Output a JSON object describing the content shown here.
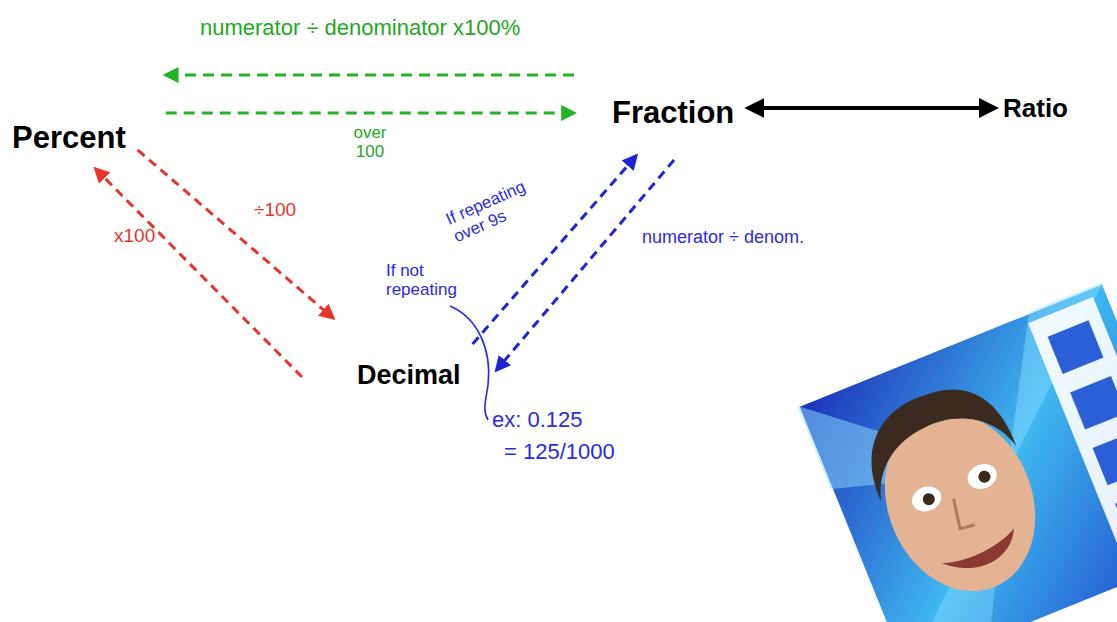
{
  "diagram": {
    "nodes": [
      {
        "text": [
          "Percent"
        ]
      },
      {
        "text": [
          "Fraction"
        ]
      },
      {
        "text": [
          "Ratio"
        ]
      },
      {
        "text": [
          "Decimal"
        ]
      }
    ],
    "edges": [
      {
        "from": 1,
        "to": 0,
        "arrow": "to",
        "label": "numerator ÷ denominator x100%"
      },
      {
        "from": 0,
        "to": 1,
        "arrow": "to",
        "label": "over 100"
      },
      {
        "from": 1,
        "to": 2,
        "arrow": "both"
      },
      {
        "from": 0,
        "to": 3,
        "arrow": "to",
        "label": "÷100"
      },
      {
        "from": 3,
        "to": 0,
        "arrow": "to",
        "label": "x100"
      },
      {
        "from": 3,
        "to": 1,
        "arrow": "to",
        "label": "If repeating over 9s"
      },
      {
        "from": 1,
        "to": 3,
        "arrow": "to",
        "label": "numerator ÷ denom."
      }
    ],
    "labels": [
      "If not repeating",
      "ex: 0.125",
      "= 125/1000"
    ]
  }
}
